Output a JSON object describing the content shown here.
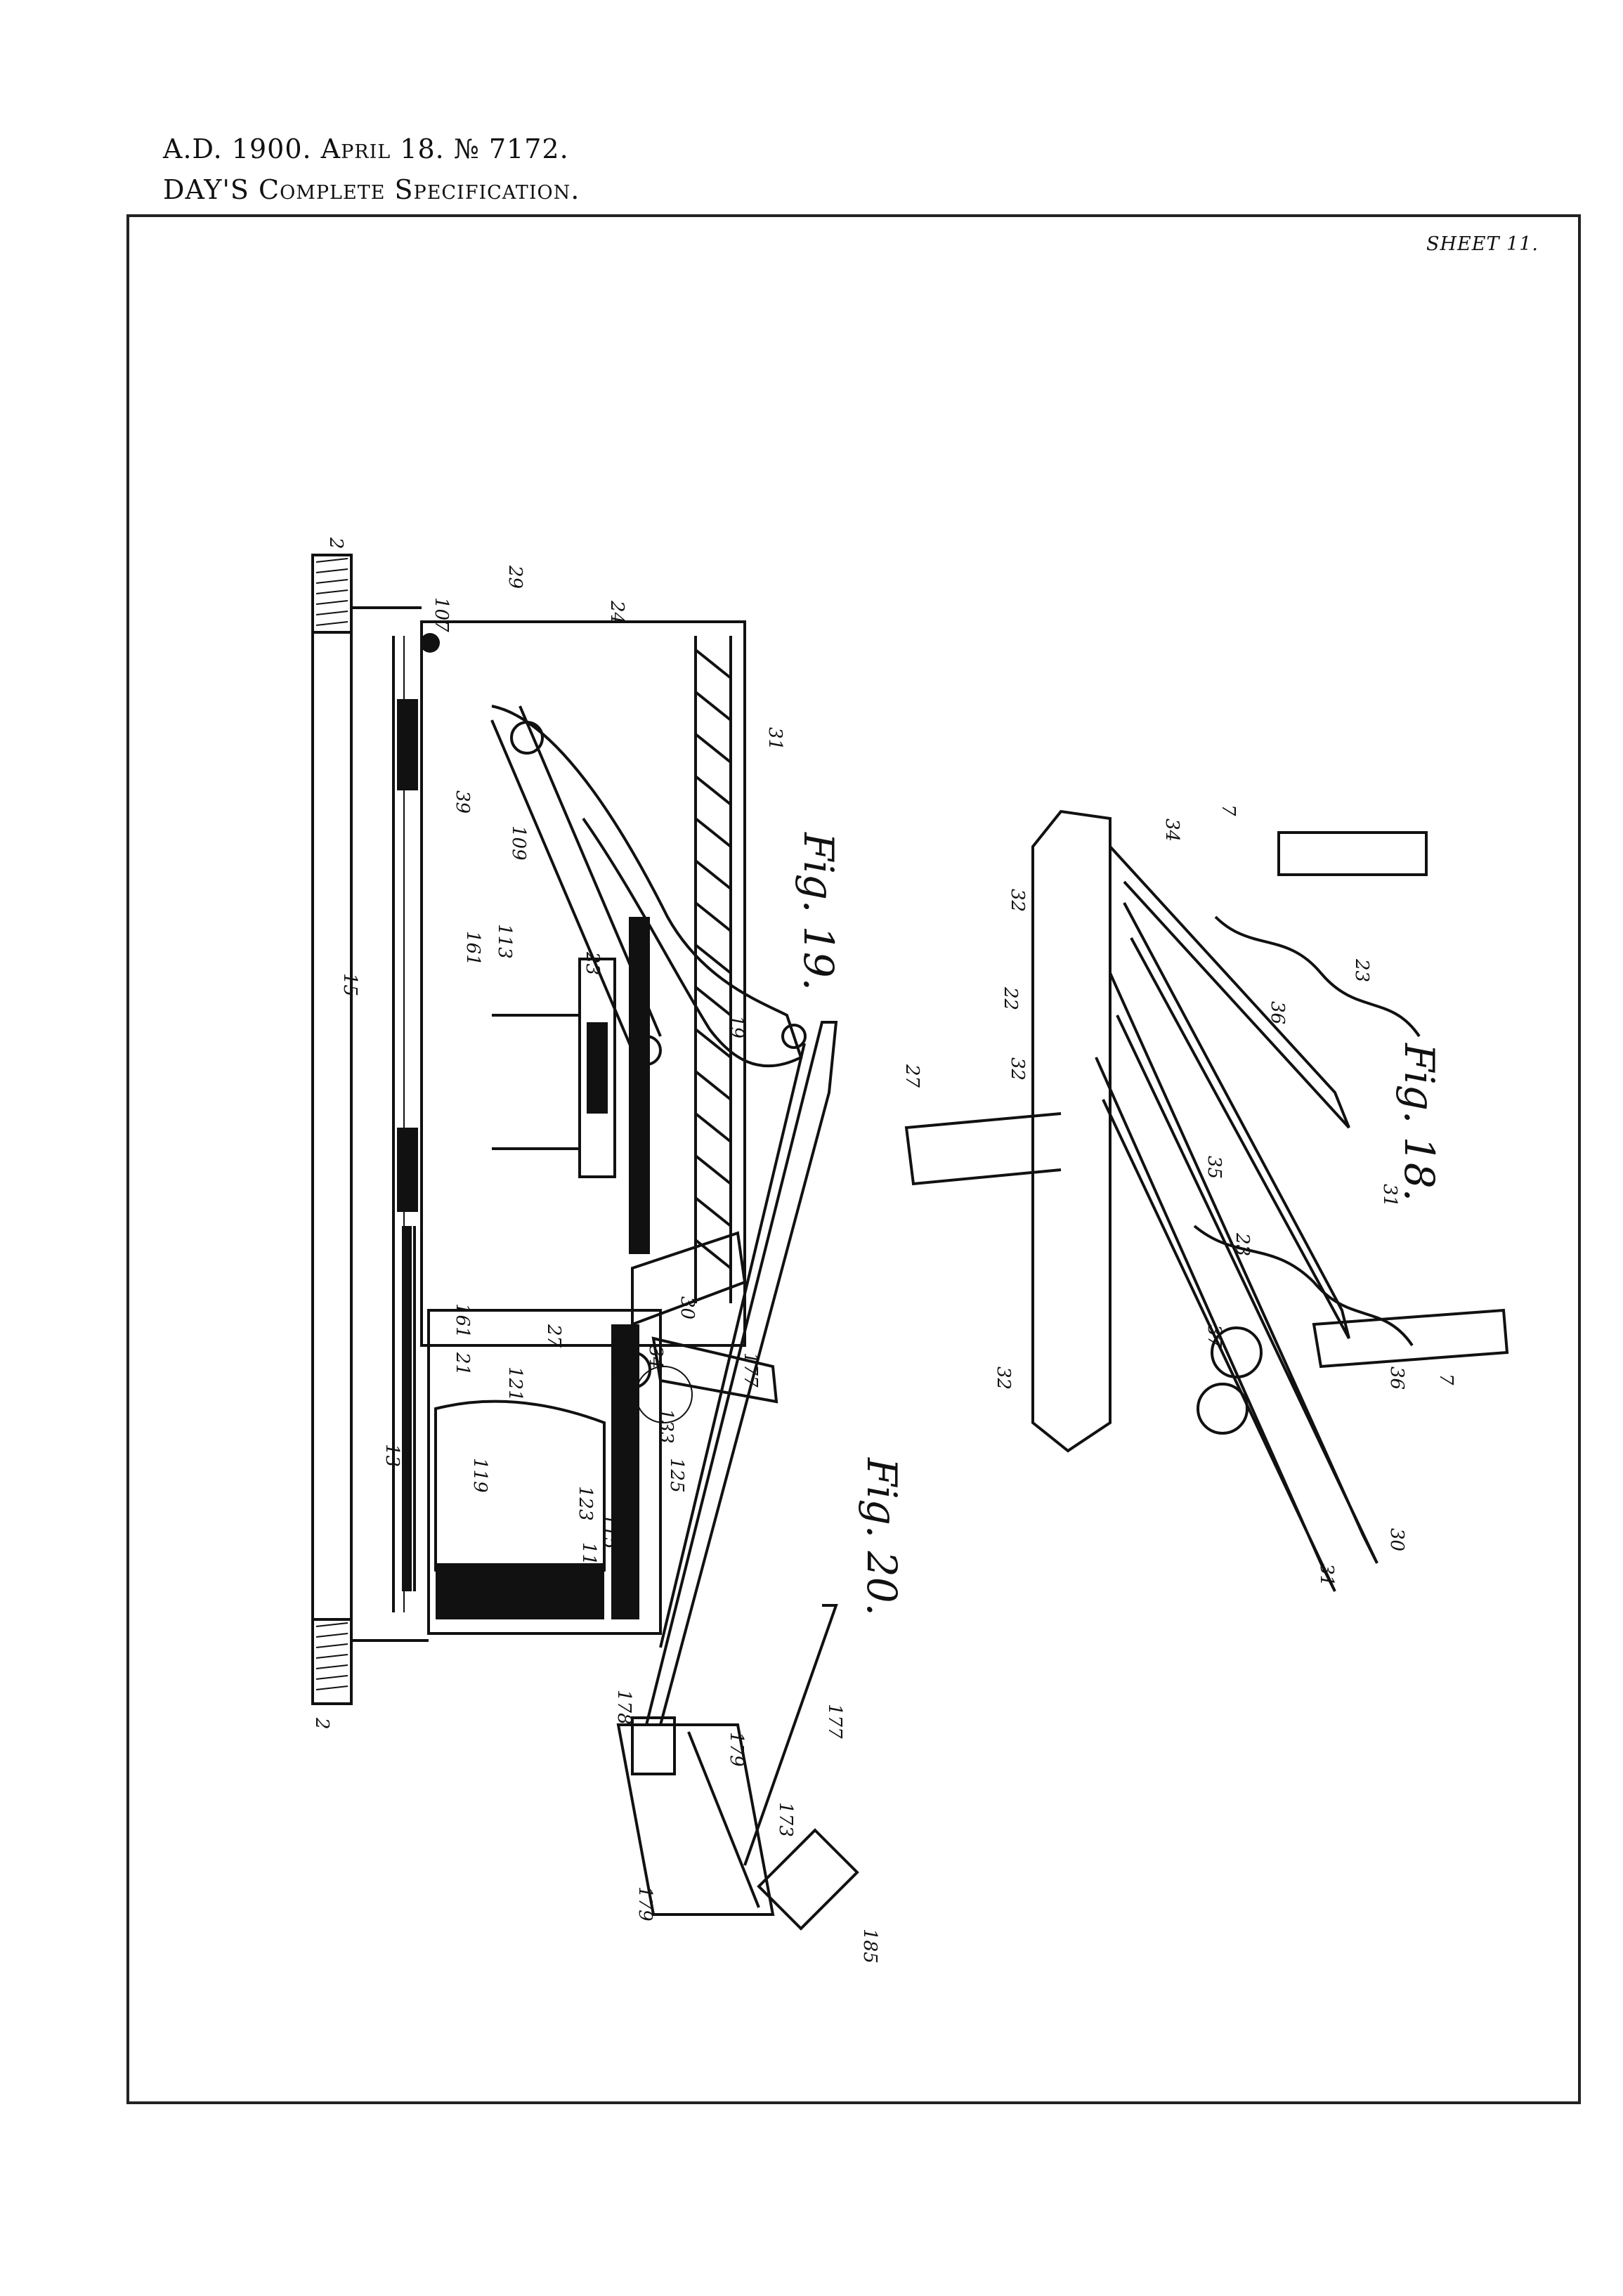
{
  "header": {
    "line1_prefix": "A.D. 1900.",
    "line1_month": "April",
    "line1_rest": "18. № 7172.",
    "line2_prefix": "DAY'S",
    "line2_rest": "Complete Specification."
  },
  "sheet_label": "SHEET 11.",
  "figures": {
    "fig19": {
      "title": "Fig. 19.",
      "labels": [
        "2",
        "107",
        "29",
        "24",
        "31",
        "39",
        "109",
        "113",
        "161",
        "23",
        "19",
        "15",
        "27",
        "30",
        "34",
        "32",
        "161",
        "21",
        "121",
        "133",
        "125",
        "119",
        "123",
        "115",
        "116",
        "117",
        "13",
        "2"
      ]
    },
    "fig18": {
      "title": "Fig. 18.",
      "labels": [
        "34",
        "7",
        "32",
        "22",
        "27",
        "32",
        "23",
        "36",
        "31",
        "35",
        "37",
        "23",
        "30",
        "31",
        "36",
        "7",
        "32"
      ]
    },
    "fig20": {
      "title": "Fig. 20.",
      "labels": [
        "177",
        "178",
        "179",
        "177",
        "173",
        "179",
        "185"
      ]
    }
  }
}
